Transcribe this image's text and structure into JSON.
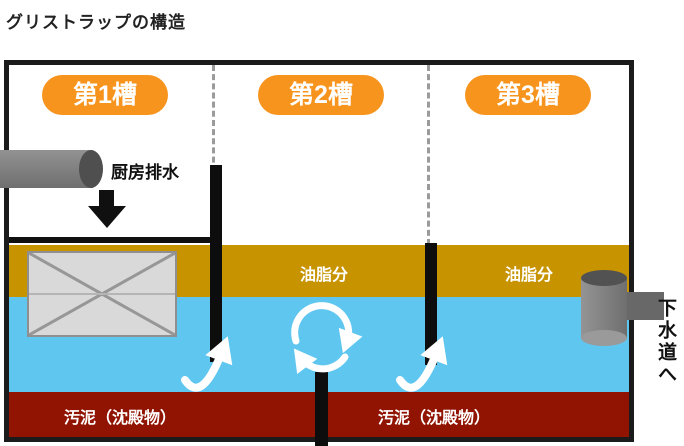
{
  "title": "グリストラップの構造",
  "tank": {
    "chambers": [
      {
        "label": "第1槽"
      },
      {
        "label": "第2槽"
      },
      {
        "label": "第3槽"
      }
    ],
    "inlet_label": "厨房排水",
    "grease_labels": [
      "油脂分",
      "油脂分"
    ],
    "sludge_labels": [
      "汚泥（沈殿物）",
      "汚泥（沈殿物）"
    ],
    "outlet_label": "下水道へ"
  },
  "colors": {
    "badge_orange": "#f7941d",
    "grease_yellow": "#c79400",
    "water_blue": "#5fc6f0",
    "sludge_red": "#911402",
    "pipe_gray": "#7b7b7b"
  }
}
